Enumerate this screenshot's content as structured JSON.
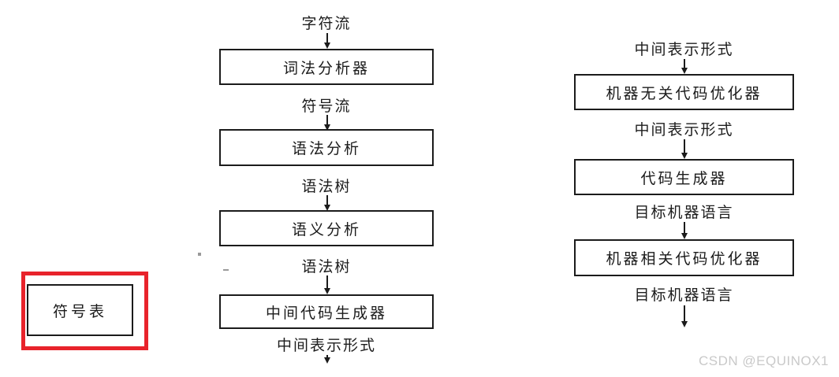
{
  "symbol_table": {
    "label": "符号表"
  },
  "front_end": {
    "input_label": "字符流",
    "boxes": [
      "词法分析器",
      "语法分析",
      "语义分析",
      "中间代码生成器"
    ],
    "edge_labels": [
      "符号流",
      "语法树",
      "语法树"
    ],
    "output_label": "中间表示形式"
  },
  "back_end": {
    "input_label": "中间表示形式",
    "boxes": [
      "机器无关代码优化器",
      "代码生成器",
      "机器相关代码优化器"
    ],
    "edge_labels": [
      "中间表示形式",
      "目标机器语言"
    ],
    "output_label": "目标机器语言"
  },
  "watermark": {
    "text": "CSDN @EQUINOX1"
  },
  "colors": {
    "highlight_red": "#e8232b",
    "line_black": "#1b1b1b",
    "watermark_gray": "#c9c9c9"
  }
}
